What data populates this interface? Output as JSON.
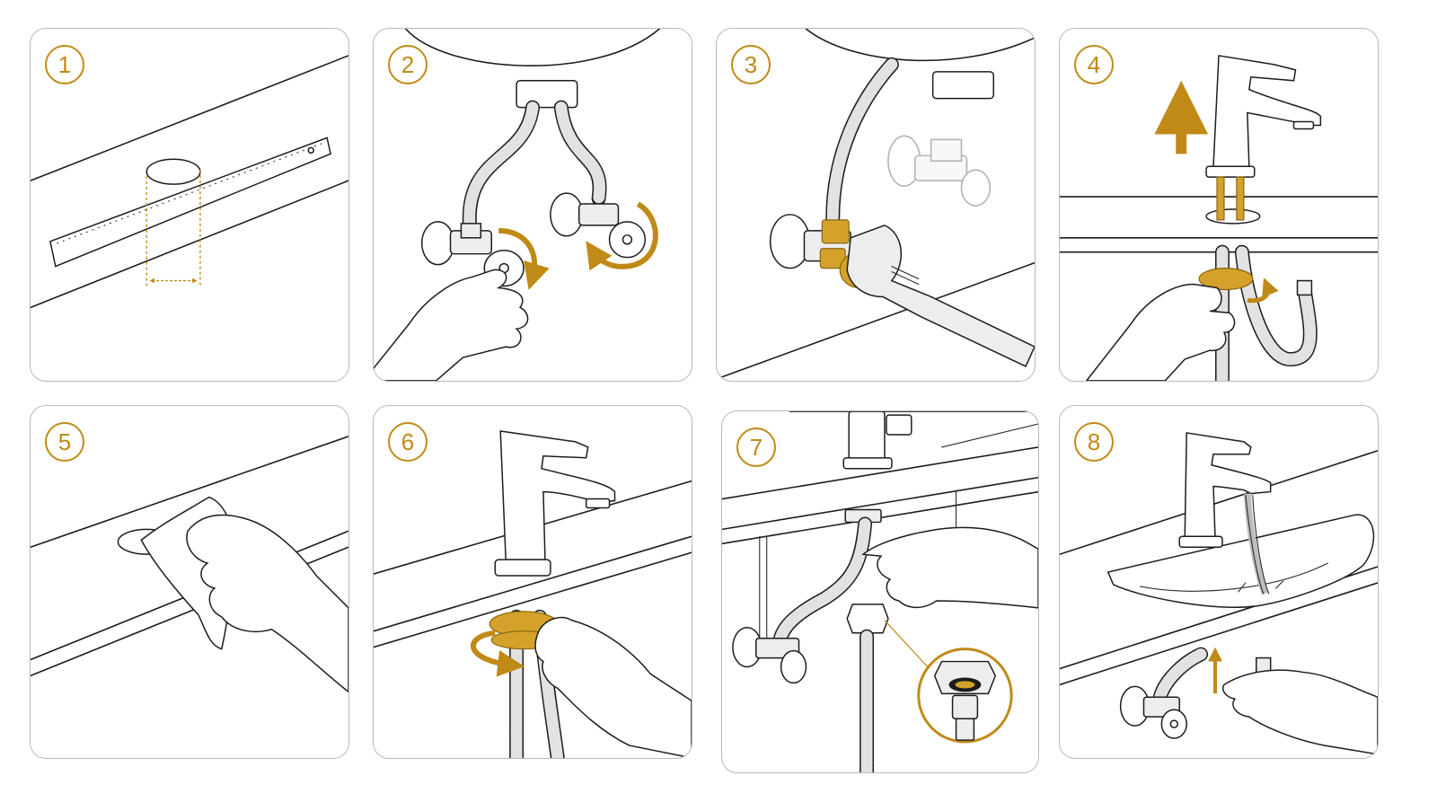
{
  "steps": [
    {
      "number": "1"
    },
    {
      "number": "2"
    },
    {
      "number": "3"
    },
    {
      "number": "4"
    },
    {
      "number": "5"
    },
    {
      "number": "6"
    },
    {
      "number": "7"
    },
    {
      "number": "8"
    }
  ],
  "colors": {
    "accent": "#c08a16",
    "accent_fill": "#d4a22a",
    "line": "#1c1c1c",
    "panel_border": "#b9b9b9"
  }
}
